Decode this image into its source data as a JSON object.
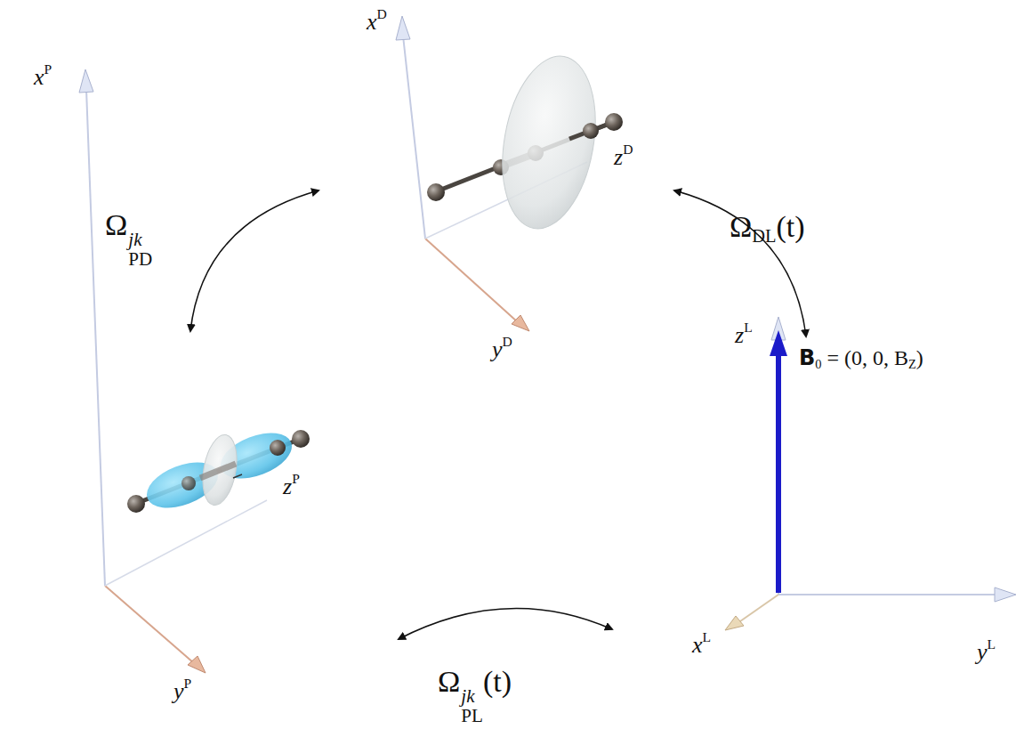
{
  "diagram": {
    "labels": [
      "xD",
      "yD",
      "zD",
      "ΩPDjk",
      "ΩDL(t)",
      "xP",
      "zP",
      "yP",
      "zL",
      "B0 = (0, 0, BZ)",
      "xL",
      "yL",
      "ΩPLjk(t)"
    ]
  }
}
